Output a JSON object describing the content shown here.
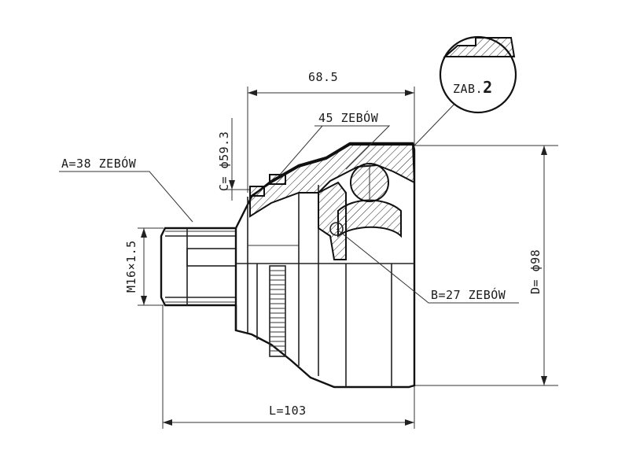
{
  "drawing": {
    "dim_width": "68.5",
    "dim_length": "L=103",
    "dim_c": "C= ϕ59.3",
    "dim_d": "D= ϕ98",
    "dim_thread": "M16×1.5",
    "spline_outer": "45 ZEBÓW",
    "spline_a": "A=38 ZEBÓW",
    "spline_b": "B=27 ZEBÓW",
    "ref_prefix": "ZAB.",
    "ref_number": "2"
  }
}
